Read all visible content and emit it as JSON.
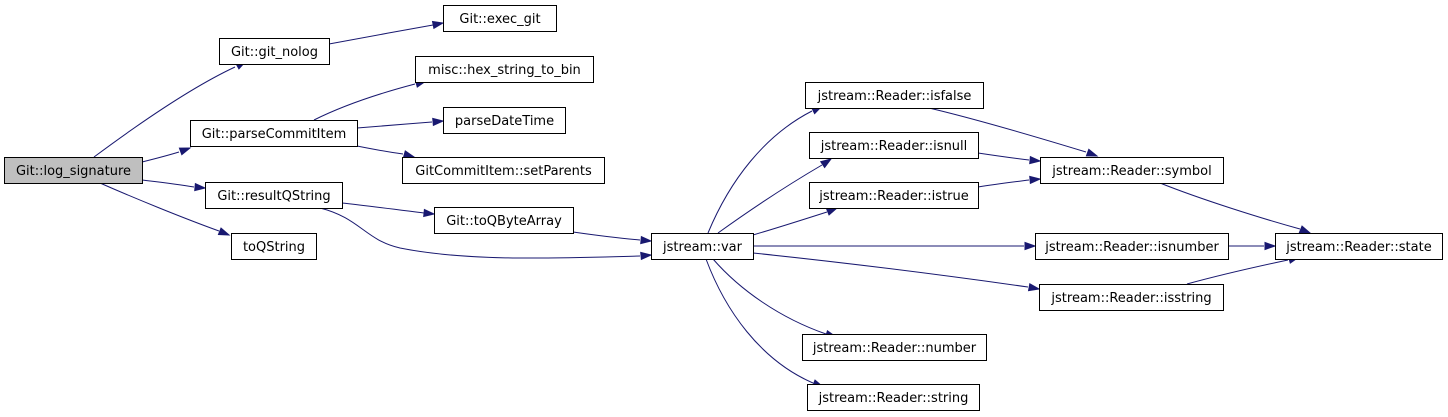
{
  "graph": {
    "nodes": [
      {
        "id": "log_signature",
        "label": "Git::log_signature",
        "root": true
      },
      {
        "id": "git_nolog",
        "label": "Git::git_nolog"
      },
      {
        "id": "exec_git",
        "label": "Git::exec_git"
      },
      {
        "id": "parseCommitItem",
        "label": "Git::parseCommitItem"
      },
      {
        "id": "hex_string_to_bin",
        "label": "misc::hex_string_to_bin"
      },
      {
        "id": "parseDateTime",
        "label": "parseDateTime"
      },
      {
        "id": "setParents",
        "label": "GitCommitItem::setParents"
      },
      {
        "id": "resultQString",
        "label": "Git::resultQString"
      },
      {
        "id": "toQByteArray",
        "label": "Git::toQByteArray"
      },
      {
        "id": "toQString",
        "label": "toQString"
      },
      {
        "id": "var",
        "label": "jstream::var"
      },
      {
        "id": "isfalse",
        "label": "jstream::Reader::isfalse"
      },
      {
        "id": "isnull",
        "label": "jstream::Reader::isnull"
      },
      {
        "id": "istrue",
        "label": "jstream::Reader::istrue"
      },
      {
        "id": "symbol",
        "label": "jstream::Reader::symbol"
      },
      {
        "id": "isnumber",
        "label": "jstream::Reader::isnumber"
      },
      {
        "id": "state",
        "label": "jstream::Reader::state"
      },
      {
        "id": "isstring",
        "label": "jstream::Reader::isstring"
      },
      {
        "id": "number",
        "label": "jstream::Reader::number"
      },
      {
        "id": "string",
        "label": "jstream::Reader::string"
      }
    ],
    "edges": [
      {
        "from": "log_signature",
        "to": "git_nolog"
      },
      {
        "from": "git_nolog",
        "to": "exec_git"
      },
      {
        "from": "log_signature",
        "to": "parseCommitItem"
      },
      {
        "from": "parseCommitItem",
        "to": "hex_string_to_bin"
      },
      {
        "from": "parseCommitItem",
        "to": "parseDateTime"
      },
      {
        "from": "parseCommitItem",
        "to": "setParents"
      },
      {
        "from": "log_signature",
        "to": "resultQString"
      },
      {
        "from": "resultQString",
        "to": "toQByteArray"
      },
      {
        "from": "resultQString",
        "to": "var"
      },
      {
        "from": "toQByteArray",
        "to": "var"
      },
      {
        "from": "log_signature",
        "to": "toQString"
      },
      {
        "from": "var",
        "to": "isfalse"
      },
      {
        "from": "var",
        "to": "isnull"
      },
      {
        "from": "var",
        "to": "istrue"
      },
      {
        "from": "var",
        "to": "isnumber"
      },
      {
        "from": "var",
        "to": "isstring"
      },
      {
        "from": "var",
        "to": "number"
      },
      {
        "from": "var",
        "to": "string"
      },
      {
        "from": "isfalse",
        "to": "symbol"
      },
      {
        "from": "isnull",
        "to": "symbol"
      },
      {
        "from": "istrue",
        "to": "symbol"
      },
      {
        "from": "symbol",
        "to": "state"
      },
      {
        "from": "isnumber",
        "to": "state"
      },
      {
        "from": "isstring",
        "to": "state"
      }
    ],
    "colors": {
      "edge": "#191970",
      "node_border": "#000000",
      "node_fill": "#ffffff",
      "root_fill": "#bfbfbf"
    }
  }
}
